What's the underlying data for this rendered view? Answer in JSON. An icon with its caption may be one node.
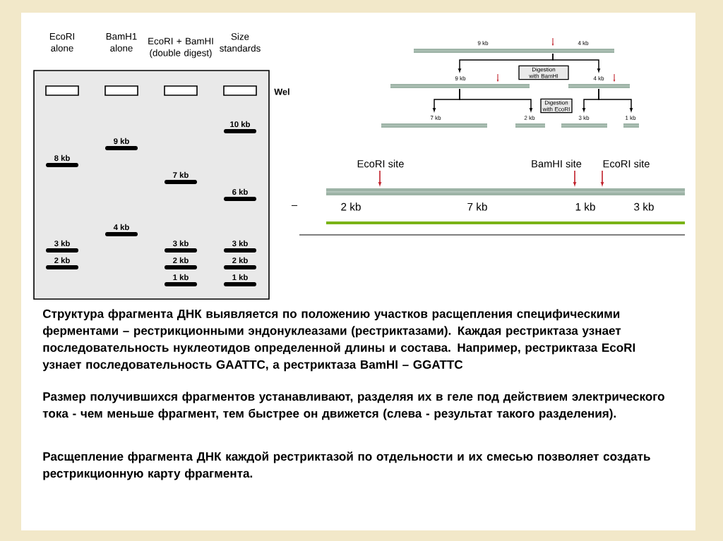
{
  "diagram": {
    "nodes": [
      {
        "text": [
          "9 kb",
          "4 kb"
        ]
      },
      {
        "text": [
          "Digestion with BamHI"
        ]
      },
      {
        "text": [
          "9 kb"
        ]
      },
      {
        "text": [
          "4 kb"
        ]
      },
      {
        "text": [
          "Digestion with EcoRI"
        ]
      },
      {
        "text": [
          "7 kb"
        ]
      },
      {
        "text": [
          "2 kb"
        ]
      },
      {
        "text": [
          "3 kb"
        ]
      },
      {
        "text": [
          "1 kb"
        ]
      }
    ],
    "edges": [
      {
        "from": 0,
        "to": 2,
        "arrow": "to"
      },
      {
        "from": 0,
        "to": 3,
        "arrow": "to"
      },
      {
        "from": 2,
        "to": 5,
        "arrow": "to"
      },
      {
        "from": 2,
        "to": 6,
        "arrow": "to"
      },
      {
        "from": 3,
        "to": 7,
        "arrow": "to"
      },
      {
        "from": 3,
        "to": 8,
        "arrow": "to"
      }
    ],
    "labels": [
      "EcoRI alone",
      "BamH1 alone",
      "EcoRI + BamHI (double digest)",
      "Size standards",
      "Wel",
      "10 kb",
      "9 kb",
      "8 kb",
      "7 kb",
      "6 kb",
      "4 kb",
      "3 kb",
      "3 kb",
      "3 kb",
      "2 kb",
      "2 kb",
      "2 kb",
      "1 kb",
      "1 kb",
      "EcoRI site",
      "BamHI site",
      "EcoRI site",
      "–",
      "2 kb",
      "7 kb",
      "1 kb",
      "3 kb",
      "Структура фрагмента ДНК выявляется по положению участков расщепления специфическими ферментами – рестрикционными эндонуклеазами (рестриктазами). Каждая рестриктаза узнает последовательность нуклеотидов определенной длины и состава. Например, рестриктаза EcoRI узнает последовательность GAATTC, а рестриктаза BamHI – GGATTC",
      "Размер получившихся фрагментов устанавливают, разделяя их в геле под действием электрического тока - чем меньше фрагмент, тем быстрее он движется (слева - результат такого разделения).",
      "Расщепление фрагмента ДНК каждой рестриктазой по отдельности и их смесью позволяет создать рестрикционную карту фрагмента."
    ]
  }
}
